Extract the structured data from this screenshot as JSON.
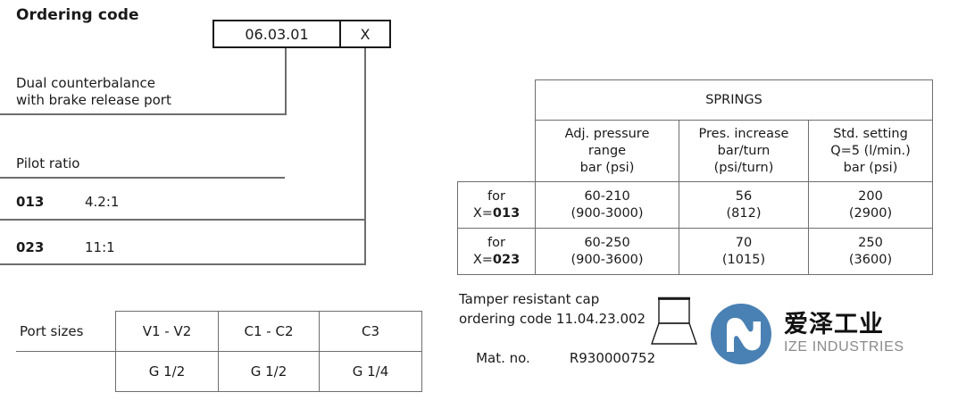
{
  "title": "Ordering code",
  "ordering_code": {
    "base": "06.03.01",
    "variant": "X"
  },
  "description": {
    "line1": "Dual counterbalance",
    "line2": "with brake release port"
  },
  "pilot_ratio": {
    "label": "Pilot ratio",
    "rows": [
      {
        "code": "013",
        "ratio": "4.2:1"
      },
      {
        "code": "023",
        "ratio": "11:1"
      }
    ]
  },
  "springs_table": {
    "group_header": "SPRINGS",
    "headers": [
      "Adj. pressure\nrange\nbar (psi)",
      "Pres. increase\nbar/turn\n(psi/turn)",
      "Std. setting\nQ=5 (l/min.)\nbar (psi)"
    ],
    "rows": [
      {
        "key_line1": "for",
        "key_prefix": "X=",
        "key_code": "013",
        "range_metric": "60-210",
        "range_imperial": "(900-3000)",
        "increase_metric": "56",
        "increase_imperial": "(812)",
        "std_metric": "200",
        "std_imperial": "(2900)"
      },
      {
        "key_line1": "for",
        "key_prefix": "X=",
        "key_code": "023",
        "range_metric": "60-250",
        "range_imperial": "(900-3600)",
        "increase_metric": "70",
        "increase_imperial": "(1015)",
        "std_metric": "250",
        "std_imperial": "(3600)"
      }
    ]
  },
  "port_sizes": {
    "label": "Port sizes",
    "headers": [
      "V1 - V2",
      "C1 - C2",
      "C3"
    ],
    "values": [
      "G 1/2",
      "G 1/2",
      "G 1/4"
    ]
  },
  "tamper_cap": {
    "line1": "Tamper resistant cap",
    "line2": "ordering code 11.04.23.002",
    "line3_label": "Mat. no.",
    "line3_value": "R930000752"
  },
  "logo": {
    "name_cn": "爱泽工业",
    "name_en": "IZE INDUSTRIES",
    "brand_color": "#4a81b4",
    "text_color": "#111111",
    "subtext_color": "#8a8a8a"
  }
}
